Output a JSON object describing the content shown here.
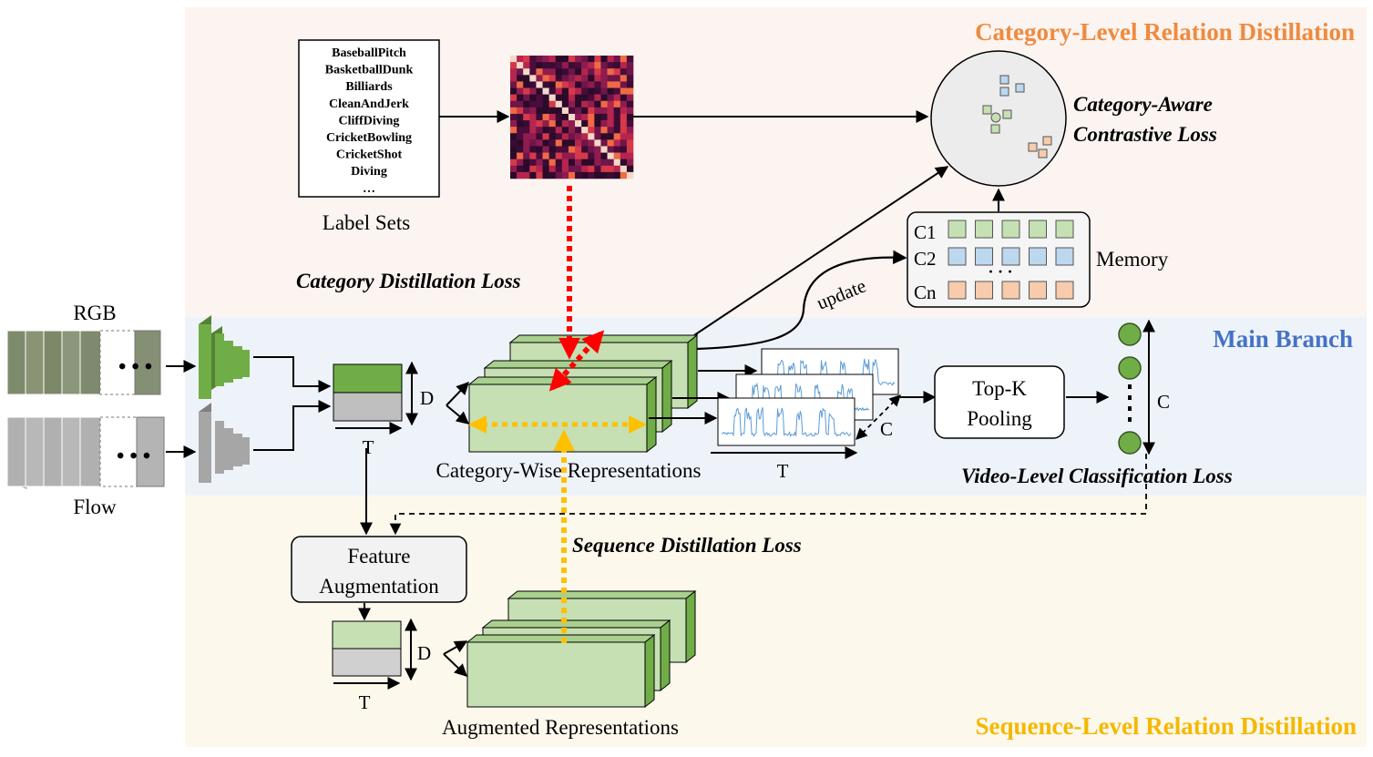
{
  "regions": {
    "category": {
      "title": "Category-Level Relation Distillation",
      "color": "#f08a3e"
    },
    "main": {
      "title": "Main Branch",
      "color": "#4472c4"
    },
    "sequence": {
      "title": "Sequence-Level Relation Distillation",
      "color": "#f5b800"
    }
  },
  "label_sets": {
    "items": [
      "BaseballPitch",
      "BasketballDunk",
      "Billiards",
      "CleanAndJerk",
      "CliffDiving",
      "CricketBowling",
      "CricketShot",
      "Diving",
      "…"
    ],
    "caption": "Label Sets"
  },
  "inputs": {
    "rgb": "RGB",
    "flow": "Flow"
  },
  "dims": {
    "d": "D",
    "t": "T",
    "c": "C"
  },
  "losses": {
    "category_distillation": "Category Distillation Loss",
    "sequence_distillation": "Sequence Distillation Loss",
    "video_classification": "Video-Level Classification Loss",
    "contrastive_line1": "Category-Aware",
    "contrastive_line2": "Contrastive Loss"
  },
  "memory": {
    "label": "Memory",
    "rows": [
      "C1",
      "C2",
      "Cn"
    ],
    "dots": "· · ·",
    "update": "update"
  },
  "topk": {
    "line1": "Top-K",
    "line2": "Pooling"
  },
  "feature_aug": {
    "line1": "Feature",
    "line2": "Augmentation"
  },
  "captions": {
    "category_wise": "Category-Wise Representations",
    "augmented": "Augmented Representations"
  },
  "colors": {
    "green": "#c6e0b4",
    "green_dark": "#70ad47",
    "gray": "#bfbfbf",
    "red_arrow": "#ff0000",
    "yellow_arrow": "#ffc000",
    "mem_green": "#c5e0b3",
    "mem_blue": "#bdd7ee",
    "mem_orange": "#f8cbad"
  }
}
